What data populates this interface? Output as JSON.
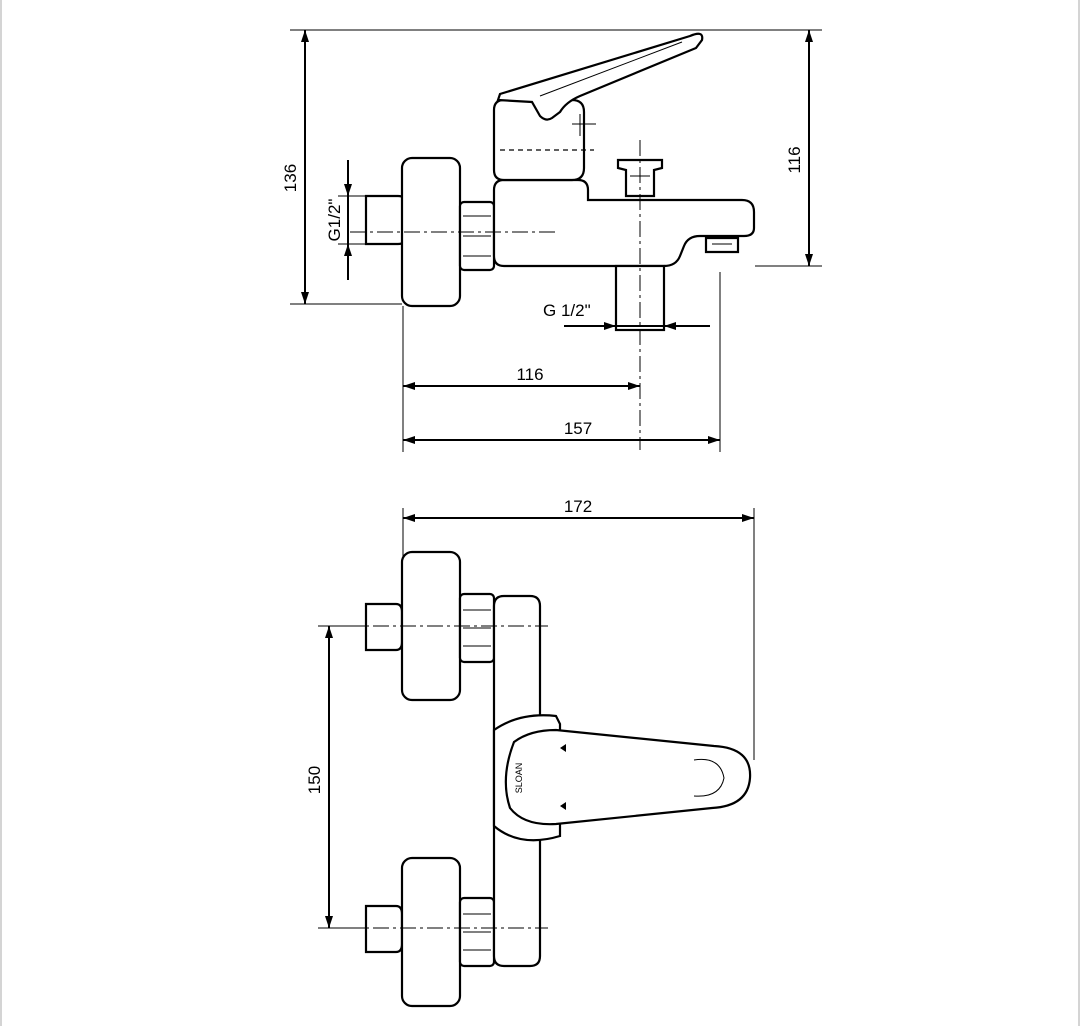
{
  "drawing": {
    "side_view": {
      "dim_height_total": "136",
      "dim_height_outlet": "116",
      "dim_thread_inlet": "G1/2\"",
      "dim_thread_outlet": "G 1/2\"",
      "dim_depth_outlet_axis": "116",
      "dim_depth_spout": "157"
    },
    "top_view": {
      "dim_width": "172",
      "dim_inlet_spacing": "150",
      "handle_logo": "SLOAN"
    }
  },
  "colors": {
    "line": "#000000",
    "background": "#ffffff",
    "border": "#d4d4d4"
  }
}
